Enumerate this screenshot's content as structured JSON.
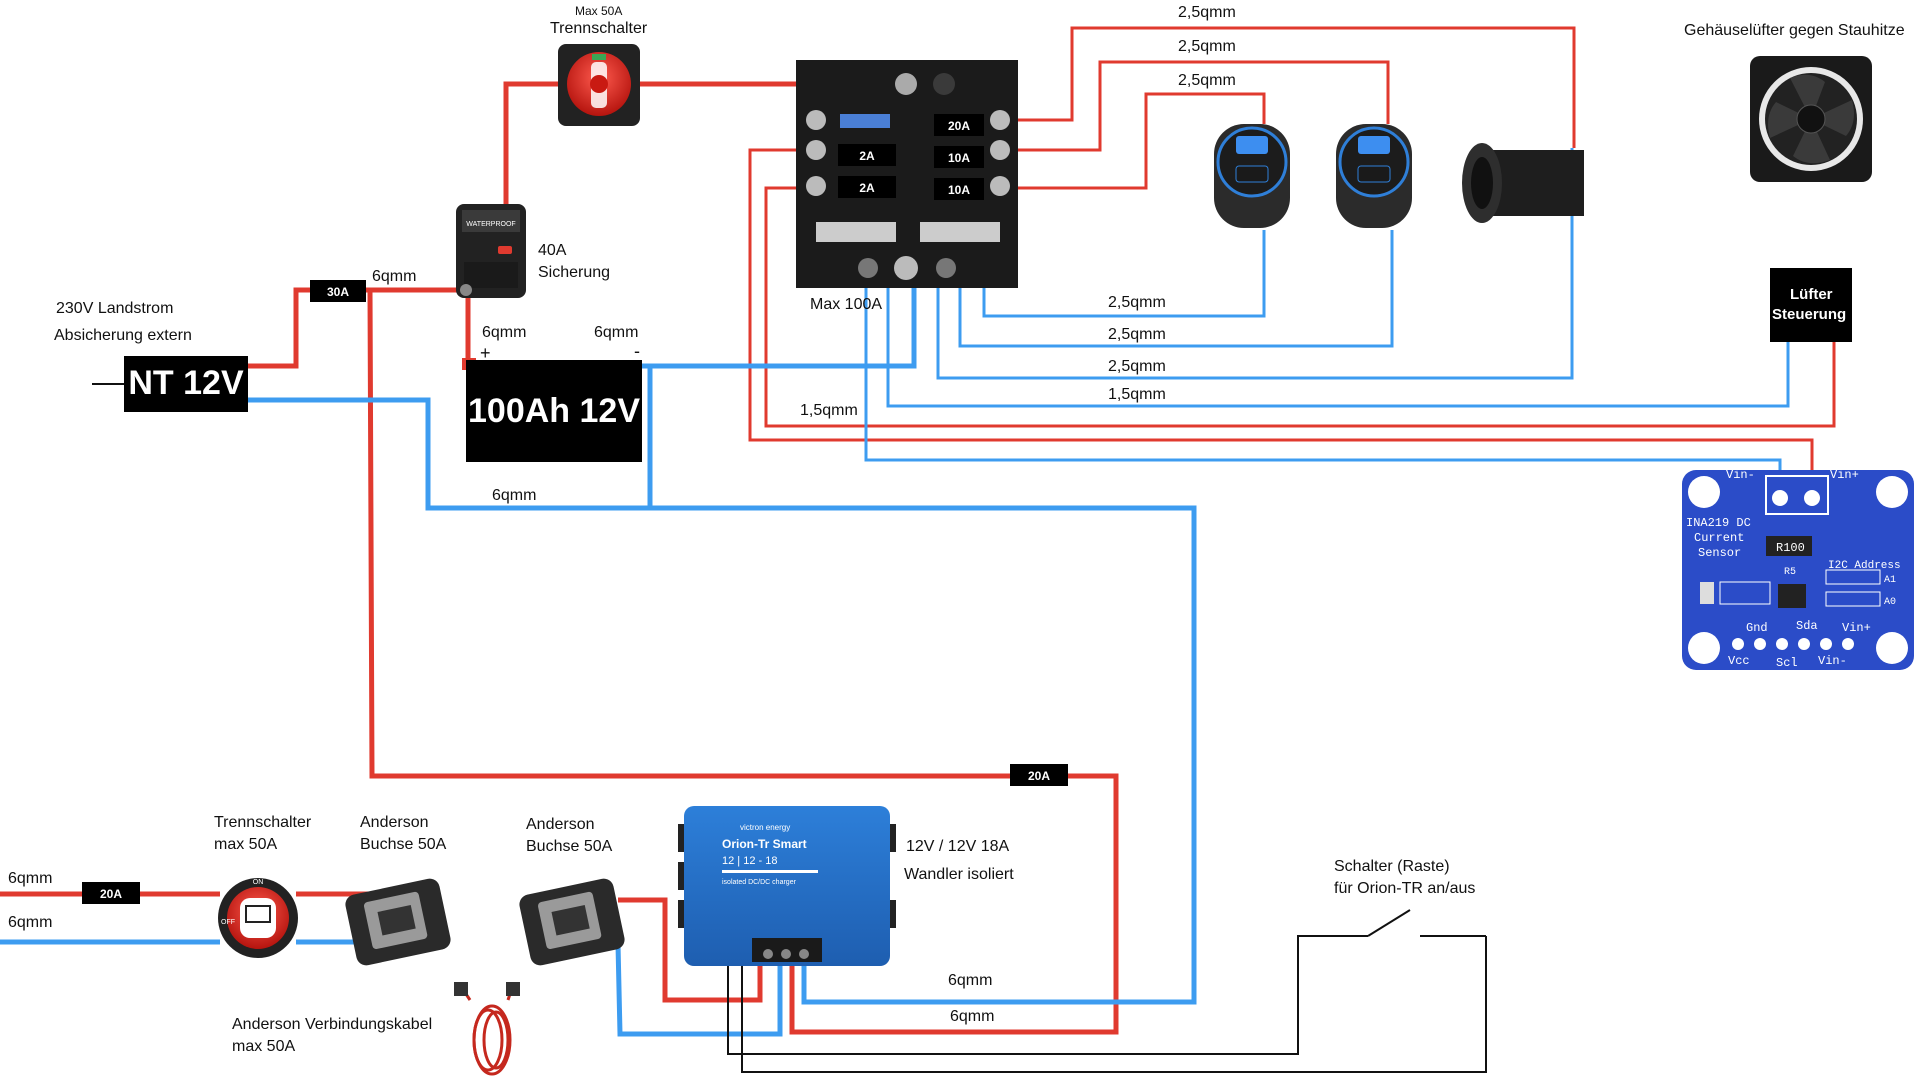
{
  "colors": {
    "positive": "#e03a2f",
    "negative": "#3d9cf0",
    "ground": "#111111",
    "board": "#2b4cc8"
  },
  "labels": {
    "max50a_top": "Max 50A",
    "trennschalter_top": "Trennschalter",
    "wire_25_a": "2,5qmm",
    "wire_25_b": "2,5qmm",
    "wire_25_c": "2,5qmm",
    "fan_title": "Gehäuselüfter gegen Stauhitze",
    "fuse_40a_1": "40A",
    "fuse_40a_2": "Sicherung",
    "wire_6_top": "6qmm",
    "fuse_30a": "30A",
    "landstrom_1": "230V Landstrom",
    "landstrom_2": "Absicherung extern",
    "nt_12v": "NT 12V",
    "bat_plus_wire": "6qmm",
    "bat_minus_wire": "6qmm",
    "bat_plus": "+",
    "bat_minus": "-",
    "battery": "100Ah 12V",
    "max100a": "Max 100A",
    "wire_25_d": "2,5qmm",
    "wire_25_e": "2,5qmm",
    "wire_25_f": "2,5qmm",
    "wire_15_a": "1,5qmm",
    "wire_15_b": "1,5qmm",
    "luefter_1": "Lüfter",
    "luefter_2": "Steuerung",
    "wire_6_mid": "6qmm",
    "fuse_20a_mid": "20A",
    "trennschalter_1": "Trennschalter",
    "trennschalter_2": "max 50A",
    "anderson1_1": "Anderson",
    "anderson1_2": "Buchse 50A",
    "anderson2_1": "Anderson",
    "anderson2_2": "Buchse 50A",
    "wire_6_left1": "6qmm",
    "wire_6_left2": "6qmm",
    "fuse_20a_left": "20A",
    "wandler_1": "12V / 12V 18A",
    "wandler_2": "Wandler isoliert",
    "schalter_1": "Schalter (Raste)",
    "schalter_2": "für Orion-TR an/aus",
    "wire_6_bot1": "6qmm",
    "wire_6_bot2": "6qmm",
    "kabel_1": "Anderson Verbindungskabel",
    "kabel_2": "max 50A"
  },
  "fusebox": {
    "fuses_left": [
      "2A",
      "2A"
    ],
    "fuses_right": [
      "20A",
      "10A",
      "10A"
    ]
  },
  "orion": {
    "brand": "victron energy",
    "title": "Orion-Tr Smart",
    "model": "12 | 12 - 18",
    "subtitle": "isolated DC/DC charger"
  },
  "ina219": {
    "vin_minus": "Vin-",
    "vin_plus": "Vin+",
    "title_1": "INA219 DC",
    "title_2": "Current",
    "title_3": "Sensor",
    "resistor": "R100",
    "r5": "R5",
    "i2c": "I2C Address",
    "a1": "A1",
    "a0": "A0",
    "pins_top": [
      "Gnd",
      "Sda",
      "Vin+"
    ],
    "pins_bottom": [
      "Vcc",
      "Scl",
      "Vin-"
    ]
  },
  "breaker": {
    "label": "WATERPROOF"
  },
  "switch": {
    "on": "ON",
    "off": "OFF"
  }
}
